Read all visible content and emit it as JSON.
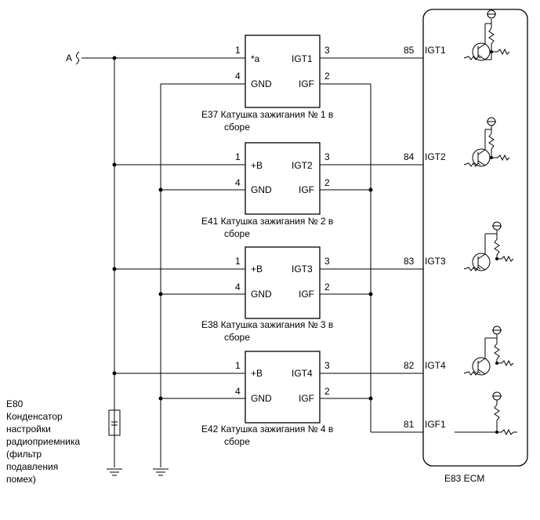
{
  "connector_a": "A",
  "coils": [
    {
      "pin1": "1",
      "pin4": "4",
      "pin3": "3",
      "pin2": "2",
      "in_label": "*a",
      "gnd_label": "GND",
      "out_label": "IGT1",
      "igf_label": "IGF",
      "caption_line1": "E37 Катушка зажигания № 1 в",
      "caption_line2": "сборе",
      "ecm_pin": "85",
      "ecm_label": "IGT1"
    },
    {
      "pin1": "1",
      "pin4": "4",
      "pin3": "3",
      "pin2": "2",
      "in_label": "+B",
      "gnd_label": "GND",
      "out_label": "IGT2",
      "igf_label": "IGF",
      "caption_line1": "E41 Катушка зажигания № 2 в",
      "caption_line2": "сборе",
      "ecm_pin": "84",
      "ecm_label": "IGT2"
    },
    {
      "pin1": "1",
      "pin4": "4",
      "pin3": "3",
      "pin2": "2",
      "in_label": "+B",
      "gnd_label": "GND",
      "out_label": "IGT3",
      "igf_label": "IGF",
      "caption_line1": "E38 Катушка зажигания № 3 в",
      "caption_line2": "сборе",
      "ecm_pin": "83",
      "ecm_label": "IGT3"
    },
    {
      "pin1": "1",
      "pin4": "4",
      "pin3": "3",
      "pin2": "2",
      "in_label": "+B",
      "gnd_label": "GND",
      "out_label": "IGT4",
      "igf_label": "IGF",
      "caption_line1": "E42 Катушка зажигания № 4 в",
      "caption_line2": "сборе",
      "ecm_pin": "82",
      "ecm_label": "IGT4"
    }
  ],
  "igf_line": {
    "ecm_pin": "81",
    "ecm_label": "IGF1"
  },
  "capacitor": {
    "lines": [
      "E80",
      "Конденсатор",
      "настройки",
      "радиоприемника",
      "(фильтр",
      "подавления",
      "помех)"
    ]
  },
  "ecm_caption": "E83  ECM"
}
